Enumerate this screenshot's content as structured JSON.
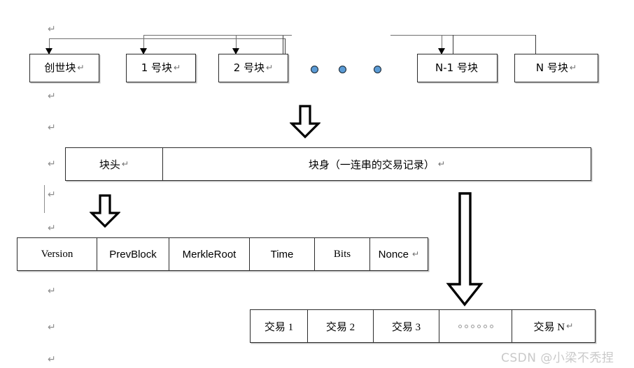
{
  "diagram": {
    "title": "Blockchain structure diagram",
    "watermark": "CSDN @小梁不秃捏",
    "pilcrow_glyph": "↵",
    "colors": {
      "line": "#6f6f6f",
      "box_border": "#2b2b2b",
      "box_shadow": "#bfbfbf",
      "dot_fill": "#5b9bd5",
      "dot_stroke": "#14202b",
      "watermark": "#c9c9c9",
      "mark": "#8e8e8e"
    }
  },
  "chain": {
    "blocks": [
      {
        "label": "创世块",
        "mark": "↵"
      },
      {
        "label": "1 号块",
        "mark": "↵"
      },
      {
        "label": "2 号块",
        "mark": "↵"
      },
      {
        "label": "N-1 号块",
        "mark": ""
      },
      {
        "label": "N 号块",
        "mark": "↵"
      }
    ],
    "ellipsis_dots": 3
  },
  "block_parts": {
    "header_label": "块头",
    "header_mark": "↵",
    "body_label": "块身（一连串的交易记录）",
    "body_mark": "↵"
  },
  "block_header_fields": [
    {
      "label": "Version",
      "style": "serif"
    },
    {
      "label": "PrevBlock",
      "style": "sans"
    },
    {
      "label": "MerkleRoot",
      "style": "sans"
    },
    {
      "label": "Time",
      "style": "sans"
    },
    {
      "label": "Bits",
      "style": "serif"
    },
    {
      "label": "Nonce",
      "style": "sans",
      "mark": "↵"
    }
  ],
  "transactions": [
    {
      "label": "交易 1",
      "kind": "text"
    },
    {
      "label": "交易 2",
      "kind": "text"
    },
    {
      "label": "交易 3",
      "kind": "text"
    },
    {
      "label": "○○○○○○",
      "kind": "dots",
      "dot_count": 6
    },
    {
      "label": "交易 N",
      "kind": "text",
      "mark": "↵"
    }
  ],
  "margin_marks": [
    {
      "glyph": "↵"
    },
    {
      "glyph": "↵"
    },
    {
      "glyph": "↵"
    },
    {
      "glyph": "↵"
    },
    {
      "glyph": "↵"
    },
    {
      "glyph": "↵"
    },
    {
      "glyph": "↵"
    },
    {
      "glyph": "↵"
    }
  ],
  "arrows": {
    "chain_to_block": "down-block-arrow",
    "header_detail": "down-block-arrow",
    "body_detail": "long-down-block-arrow"
  }
}
